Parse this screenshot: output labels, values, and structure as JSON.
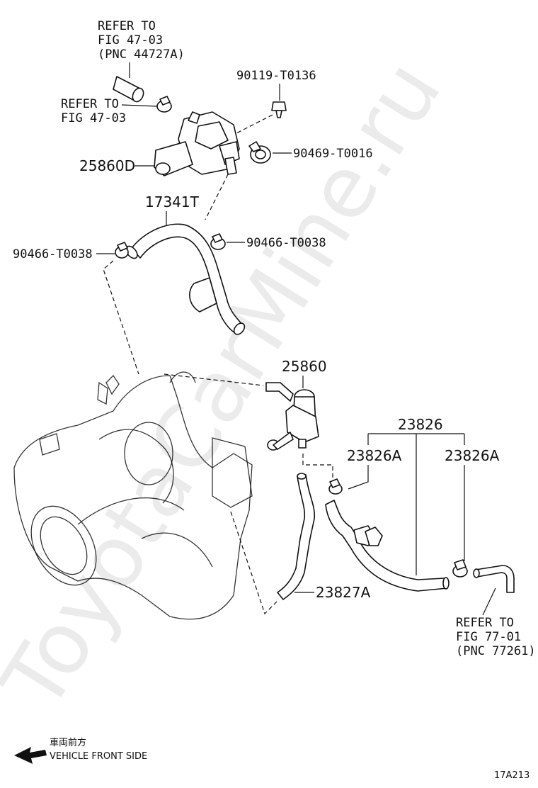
{
  "watermark": "ToyotaCarMine.ru",
  "refs": {
    "r1": [
      "REFER TO",
      "FIG 47-03",
      "(PNC 44727A)"
    ],
    "r2": [
      "REFER TO",
      "FIG 47-03"
    ],
    "r3": [
      "REFER TO",
      "FIG 77-01",
      "(PNC 77261)"
    ]
  },
  "parts": {
    "p90119": "90119-T0136",
    "p25860D": "25860D",
    "p90469": "90469-T0016",
    "p17341T": "17341T",
    "p90466_left": "90466-T0038",
    "p90466_right": "90466-T0038",
    "p25860": "25860",
    "p23826": "23826",
    "p23826A_left": "23826A",
    "p23826A_right": "23826A",
    "p23827A": "23827A"
  },
  "legend": {
    "jp": "車両前方",
    "en": "VEHICLE FRONT SIDE"
  },
  "figure_id": "17A213"
}
